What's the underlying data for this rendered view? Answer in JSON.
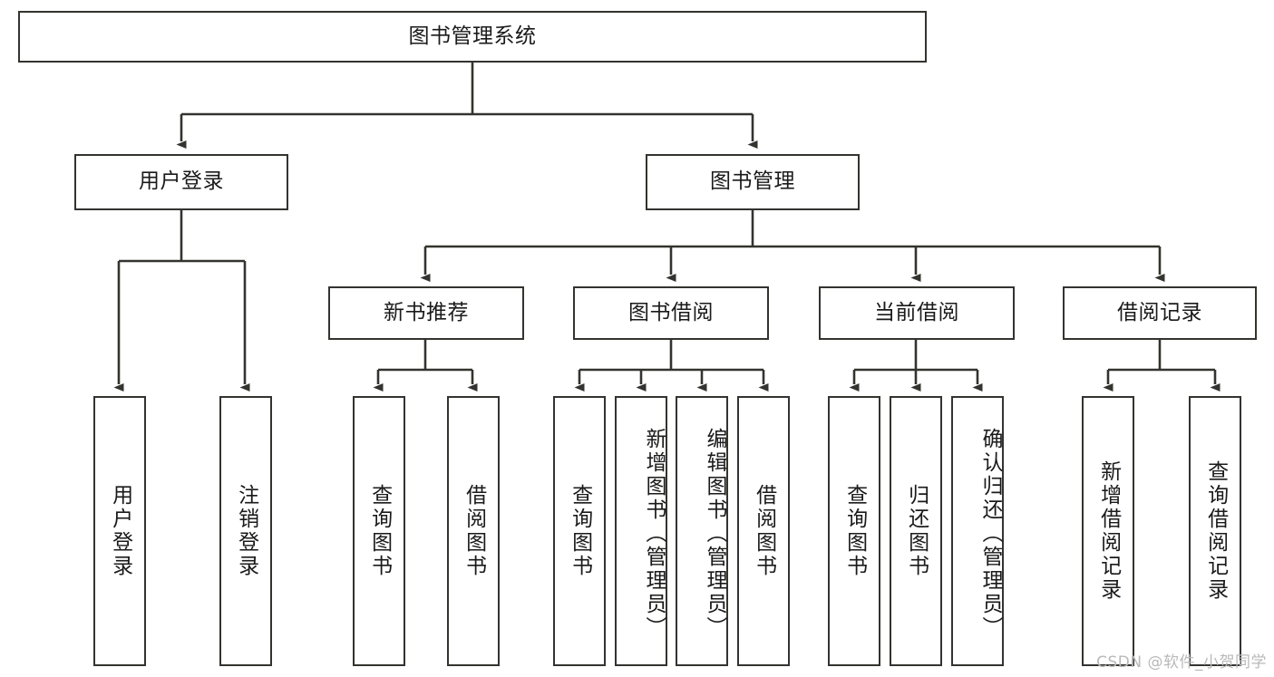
{
  "diagram": {
    "title": "图书管理系统",
    "type": "tree-hierarchy",
    "watermark": "CSDN @软件_小贺同学",
    "colors": {
      "border": "#33332f",
      "background": "#ffffff",
      "text": "#1a1a1a",
      "edge": "#33332f",
      "watermark": "#b9b9b9"
    },
    "root": {
      "id": "root",
      "label": "图书管理系统"
    },
    "level2": [
      {
        "id": "user-login",
        "label": "用户登录"
      },
      {
        "id": "book-manage",
        "label": "图书管理"
      }
    ],
    "level3": [
      {
        "id": "new-book-recommend",
        "label": "新书推荐",
        "parent": "book-manage"
      },
      {
        "id": "book-borrow",
        "label": "图书借阅",
        "parent": "book-manage"
      },
      {
        "id": "current-borrow",
        "label": "当前借阅",
        "parent": "book-manage"
      },
      {
        "id": "borrow-record",
        "label": "借阅记录",
        "parent": "book-manage"
      }
    ],
    "leaves": {
      "user_login": [
        {
          "id": "leaf-user-login",
          "label": "用户登录"
        },
        {
          "id": "leaf-logout-login",
          "label": "注销登录"
        }
      ],
      "new_book_recommend": [
        {
          "id": "leaf-query-book-1",
          "label": "查询图书"
        },
        {
          "id": "leaf-borrow-book-1",
          "label": "借阅图书"
        }
      ],
      "book_borrow": [
        {
          "id": "leaf-query-book-2",
          "label": "查询图书"
        },
        {
          "id": "leaf-add-book",
          "label": "新增图书（管理员）"
        },
        {
          "id": "leaf-edit-book",
          "label": "编辑图书（管理员）"
        },
        {
          "id": "leaf-borrow-book-2",
          "label": "借阅图书"
        }
      ],
      "current_borrow": [
        {
          "id": "leaf-query-book-3",
          "label": "查询图书"
        },
        {
          "id": "leaf-return-book",
          "label": "归还图书"
        },
        {
          "id": "leaf-confirm-return",
          "label": "确认归还（管理员）"
        }
      ],
      "borrow_record": [
        {
          "id": "leaf-add-record",
          "label": "新增借阅记录"
        },
        {
          "id": "leaf-query-record",
          "label": "查询借阅记录"
        }
      ]
    }
  }
}
